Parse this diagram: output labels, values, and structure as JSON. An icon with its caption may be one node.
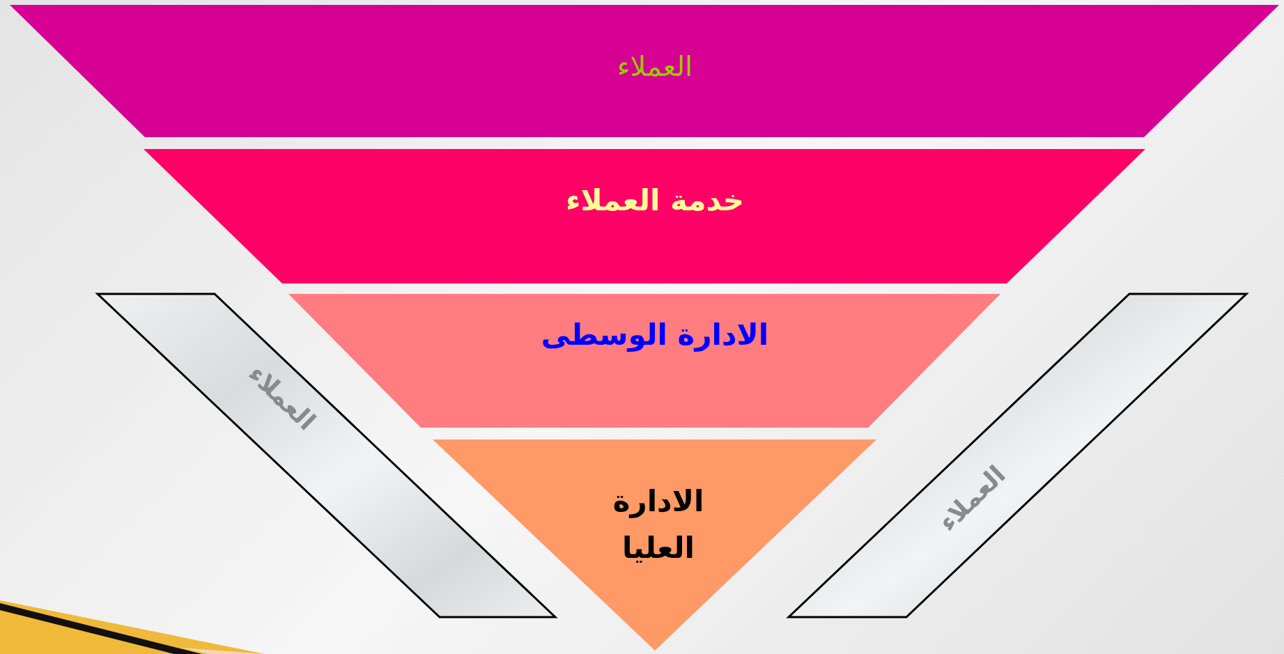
{
  "diagram": {
    "nodes": [
      {
        "text": [
          "العملاء"
        ]
      },
      {
        "text": [
          "خدمة العملاء"
        ]
      },
      {
        "text": [
          "الادارة الوسطى"
        ]
      },
      {
        "text": [
          "الادارة العليا"
        ]
      },
      {
        "text": [
          "العملاء"
        ]
      },
      {
        "text": [
          "العملاء"
        ]
      }
    ]
  }
}
